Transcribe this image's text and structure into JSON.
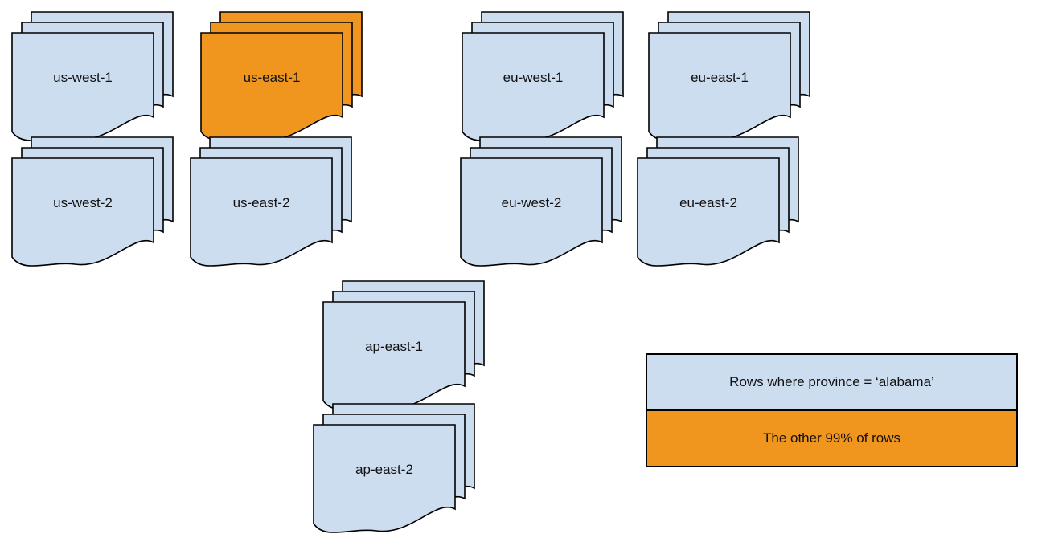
{
  "diagram": {
    "stacks": [
      {
        "id": "us-west-1",
        "label": "us-west-1",
        "variant": "blue"
      },
      {
        "id": "us-east-1",
        "label": "us-east-1",
        "variant": "orange"
      },
      {
        "id": "eu-west-1",
        "label": "eu-west-1",
        "variant": "blue"
      },
      {
        "id": "eu-east-1",
        "label": "eu-east-1",
        "variant": "blue"
      },
      {
        "id": "us-west-2",
        "label": "us-west-2",
        "variant": "blue"
      },
      {
        "id": "us-east-2",
        "label": "us-east-2",
        "variant": "blue"
      },
      {
        "id": "eu-west-2",
        "label": "eu-west-2",
        "variant": "blue"
      },
      {
        "id": "eu-east-2",
        "label": "eu-east-2",
        "variant": "blue"
      },
      {
        "id": "ap-east-1",
        "label": "ap-east-1",
        "variant": "blue"
      },
      {
        "id": "ap-east-2",
        "label": "ap-east-2",
        "variant": "blue"
      }
    ],
    "legend": {
      "items": [
        {
          "label": "Rows where province = ‘alabama’",
          "variant": "blue"
        },
        {
          "label": "The other 99% of rows",
          "variant": "orange"
        }
      ]
    },
    "colors": {
      "blue": "#cdddf0",
      "orange": "#f0961f",
      "stroke": "#000000"
    }
  }
}
